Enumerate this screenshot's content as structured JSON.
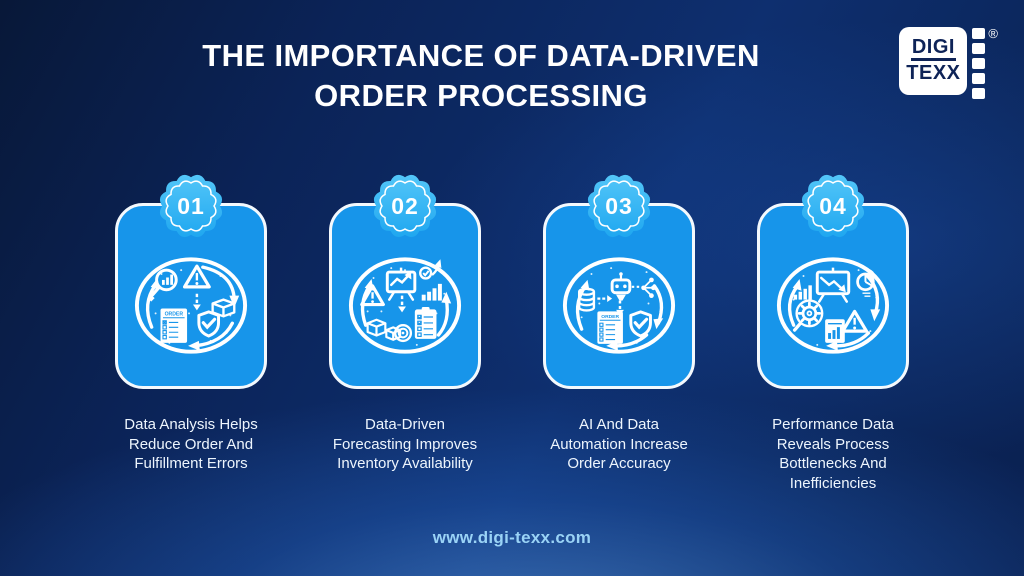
{
  "page": {
    "title_line1": "THE IMPORTANCE OF DATA-DRIVEN",
    "title_line2": "ORDER PROCESSING",
    "website": "www.digi-texx.com"
  },
  "logo": {
    "line1": "DIGI",
    "line2": "TEXX",
    "registered_mark": "®"
  },
  "colors": {
    "background_dark": "#081838",
    "background_mid": "#0E2F6F",
    "bottom_glow": "#2C73D6",
    "card_blue": "#1795EA",
    "badge_blue_top": "#53C6F8",
    "badge_blue_bottom": "#1FA7F0",
    "card_border": "#F4F9FD",
    "caption_text": "#EDF5FD",
    "website_text": "#9AD3F6",
    "logo_navy": "#0E2357"
  },
  "cards": [
    {
      "number": "01",
      "icon": "order-error-analysis-cycle-icon",
      "icon_text": "ORDER",
      "caption": "Data Analysis Helps\nReduce Order And\nFulfillment Errors"
    },
    {
      "number": "02",
      "icon": "forecasting-inventory-cycle-icon",
      "caption": "Data-Driven\nForecasting Improves\nInventory Availability"
    },
    {
      "number": "03",
      "icon": "ai-automation-order-cycle-icon",
      "icon_text": "ORDER",
      "caption": "AI And Data\nAutomation Increase\nOrder Accuracy"
    },
    {
      "number": "04",
      "icon": "performance-bottleneck-cycle-icon",
      "caption": "Performance Data\nReveals Process\nBottlenecks And\nInefficiencies"
    }
  ]
}
